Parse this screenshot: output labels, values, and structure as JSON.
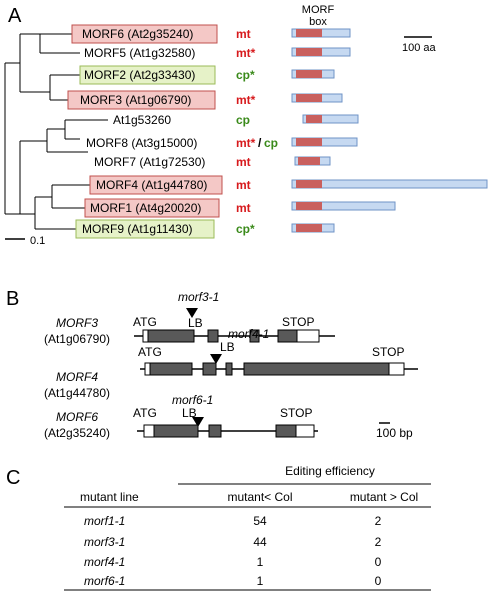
{
  "panel_a": {
    "letter": "A",
    "morf_box_line1": "MORF",
    "morf_box_line2": "box",
    "scale_bar_label": "100 aa",
    "tree_scale_label": "0.1",
    "genes": [
      {
        "name": "MORF6 (At2g35240)",
        "highlight": "mt",
        "loc": "mt",
        "loc_suffix": ""
      },
      {
        "name": "MORF5 (At1g32580)",
        "highlight": "none",
        "loc": "mt*",
        "loc_suffix": ""
      },
      {
        "name": "MORF2 (At2g33430)",
        "highlight": "cp",
        "loc": "cp*",
        "loc_suffix": ""
      },
      {
        "name": "MORF3 (At1g06790)",
        "highlight": "mt",
        "loc": "mt*",
        "loc_suffix": ""
      },
      {
        "name": "At1g53260",
        "highlight": "none",
        "loc": "cp",
        "loc_suffix": ""
      },
      {
        "name": "MORF8 (At3g15000)",
        "highlight": "none",
        "loc": "mt*",
        "loc_sep": "/",
        "loc_suffix": "cp"
      },
      {
        "name": "MORF7 (At1g72530)",
        "highlight": "none",
        "loc": "mt",
        "loc_suffix": ""
      },
      {
        "name": "MORF4 (At1g44780)",
        "highlight": "mt",
        "loc": "mt",
        "loc_suffix": ""
      },
      {
        "name": "MORF1 (At4g20020)",
        "highlight": "mt",
        "loc": "mt",
        "loc_suffix": ""
      },
      {
        "name": "MORF9 (At1g11430)",
        "highlight": "cp",
        "loc": "cp*",
        "loc_suffix": ""
      }
    ]
  },
  "panel_b": {
    "letter": "B",
    "scale_label": "100 bp",
    "genes": [
      {
        "name": "MORF3",
        "locus": "(At1g06790)",
        "mutant": "morf3-1",
        "lb": "LB",
        "atg": "ATG",
        "stop": "STOP"
      },
      {
        "name": "MORF4",
        "locus": "(At1g44780)",
        "mutant": "morf4-1",
        "lb": "LB",
        "atg": "ATG",
        "stop": "STOP"
      },
      {
        "name": "MORF6",
        "locus": "(At2g35240)",
        "mutant": "morf6-1",
        "lb": "LB",
        "atg": "ATG",
        "stop": "STOP"
      }
    ]
  },
  "panel_c": {
    "letter": "C",
    "group_header": "Editing  efficiency",
    "col_line": "mutant line",
    "col_less": "mutant< Col",
    "col_more": "mutant > Col",
    "rows": [
      {
        "line": "morf1-1",
        "less": "54",
        "more": "2"
      },
      {
        "line": "morf3-1",
        "less": "44",
        "more": "2"
      },
      {
        "line": "morf4-1",
        "less": "1",
        "more": "0"
      },
      {
        "line": "morf6-1",
        "less": "1",
        "more": "0"
      }
    ]
  },
  "colors": {
    "mt_text": "#d7191c",
    "cp_text": "#3a8a1a",
    "mt_label_bg": "#f4c8c6",
    "mt_label_border": "#c0504d",
    "cp_label_bg": "#e6f2c8",
    "cp_label_border": "#9bbb59",
    "protein_bar": "#c6d9f1",
    "protein_bar_border": "#6f93c6",
    "morf_box": "#c9605e",
    "exon": "#595959",
    "utr": "#ffffff"
  }
}
